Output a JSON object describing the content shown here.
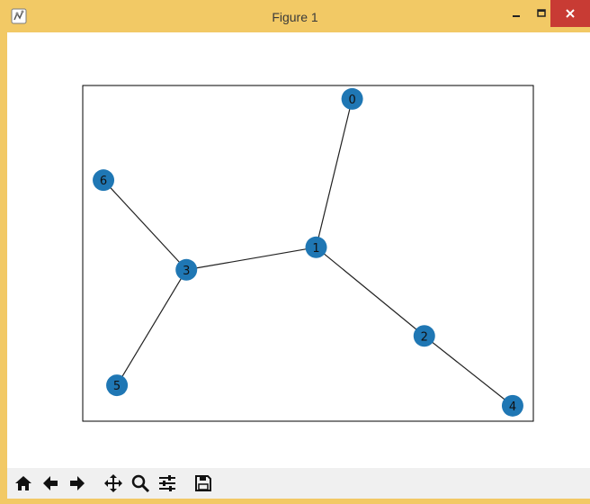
{
  "window": {
    "title": "Figure 1",
    "icon": "matplotlib-figure-icon",
    "controls": [
      "minimize-icon",
      "maximize-icon",
      "close-icon"
    ]
  },
  "chart_data": {
    "type": "network-graph",
    "nodes": [
      {
        "id": "0",
        "label": "0",
        "x": 0.598,
        "y": 0.96
      },
      {
        "id": "1",
        "label": "1",
        "x": 0.518,
        "y": 0.518
      },
      {
        "id": "2",
        "label": "2",
        "x": 0.758,
        "y": 0.254
      },
      {
        "id": "3",
        "label": "3",
        "x": 0.23,
        "y": 0.451
      },
      {
        "id": "4",
        "label": "4",
        "x": 0.954,
        "y": 0.046
      },
      {
        "id": "5",
        "label": "5",
        "x": 0.076,
        "y": 0.107
      },
      {
        "id": "6",
        "label": "6",
        "x": 0.046,
        "y": 0.718
      }
    ],
    "edges": [
      [
        "0",
        "1"
      ],
      [
        "1",
        "3"
      ],
      [
        "1",
        "2"
      ],
      [
        "2",
        "4"
      ],
      [
        "3",
        "6"
      ],
      [
        "3",
        "5"
      ]
    ],
    "node_color": "#1f77b4",
    "edge_color": "#222222",
    "axes_frame": true
  },
  "toolbar": {
    "buttons": [
      {
        "name": "home-button",
        "icon": "home-icon"
      },
      {
        "name": "back-button",
        "icon": "arrow-left-icon"
      },
      {
        "name": "forward-button",
        "icon": "arrow-right-icon"
      },
      {
        "name": "pan-button",
        "icon": "move-icon"
      },
      {
        "name": "zoom-button",
        "icon": "magnifier-icon"
      },
      {
        "name": "configure-subplots-button",
        "icon": "sliders-icon"
      },
      {
        "name": "save-button",
        "icon": "floppy-disk-icon"
      }
    ]
  }
}
